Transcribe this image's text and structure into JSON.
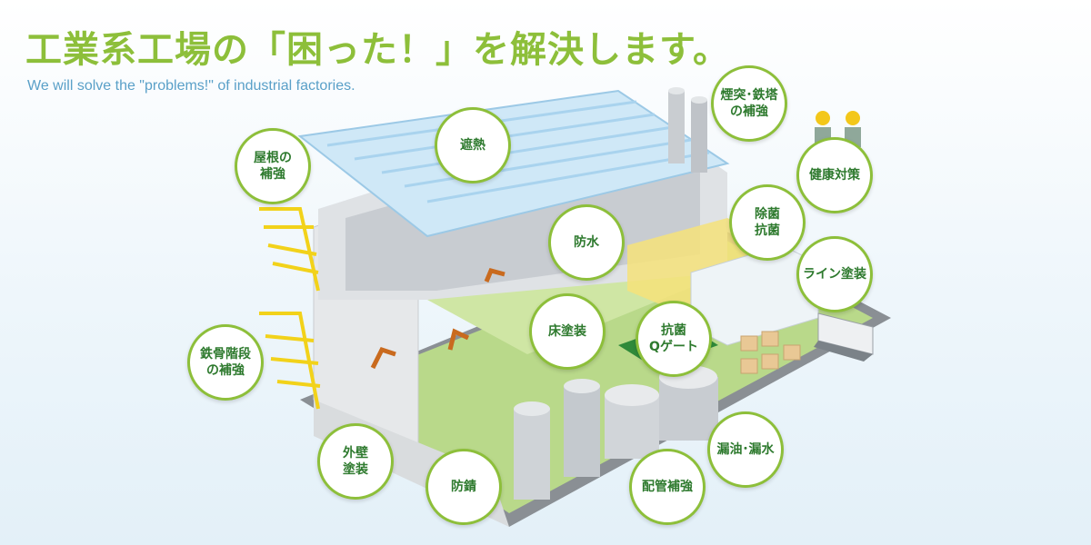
{
  "header": {
    "title": "工業系工場の「困った！」を解決します。",
    "subtitle": "We will solve the \"problems!\" of industrial factories."
  },
  "colors": {
    "accent": "#8dbf3a",
    "label_text": "#2e7a2e",
    "subtitle": "#5aa0c8"
  },
  "solutions": [
    {
      "id": "roof",
      "label": "屋根の\n補強"
    },
    {
      "id": "heat",
      "label": "遮熱"
    },
    {
      "id": "chimney",
      "label": "煙突･鉄塔\nの補強"
    },
    {
      "id": "health",
      "label": "健康対策"
    },
    {
      "id": "sterile",
      "label": "除菌\n抗菌"
    },
    {
      "id": "waterproof",
      "label": "防水"
    },
    {
      "id": "line",
      "label": "ライン塗装"
    },
    {
      "id": "floor",
      "label": "床塗装"
    },
    {
      "id": "qgate",
      "label": "抗菌\nQゲート"
    },
    {
      "id": "stairs",
      "label": "鉄骨階段\nの補強"
    },
    {
      "id": "wall",
      "label": "外壁\n塗装"
    },
    {
      "id": "rust",
      "label": "防錆"
    },
    {
      "id": "pipe",
      "label": "配管補強"
    },
    {
      "id": "leak",
      "label": "漏油･漏水"
    }
  ]
}
